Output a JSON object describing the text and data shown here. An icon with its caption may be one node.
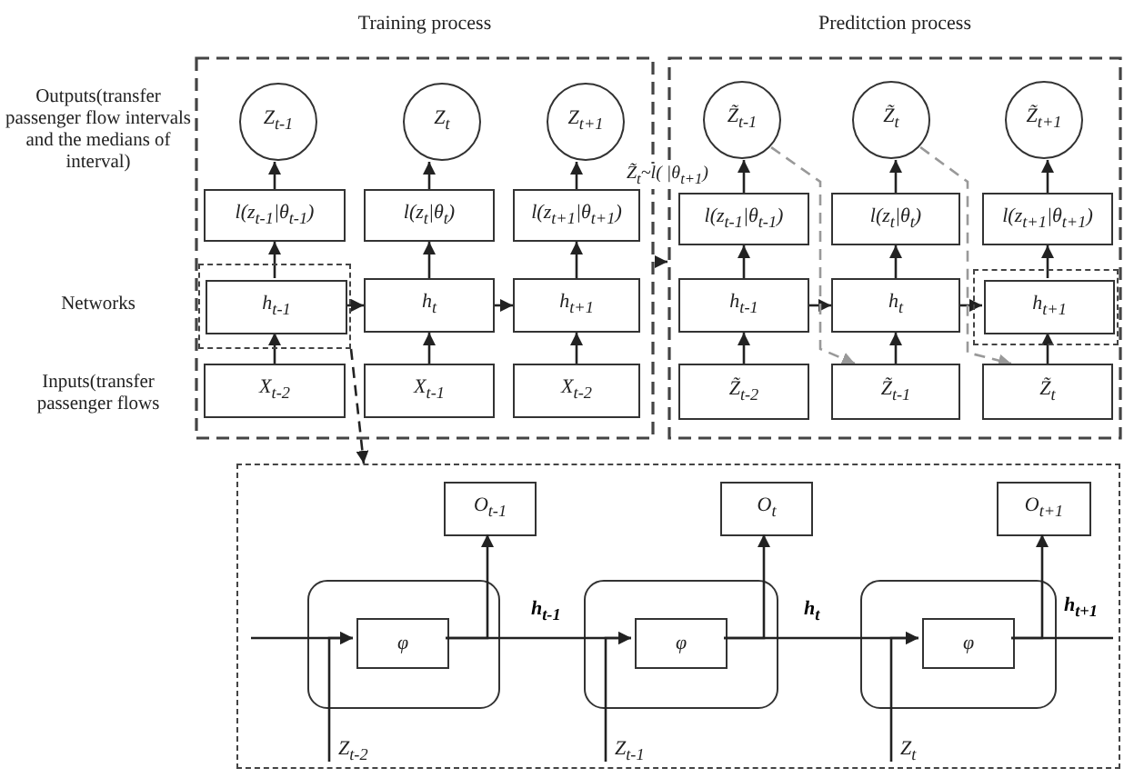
{
  "diagram": {
    "nodes": [
      {
        "text": [
          "Training process"
        ]
      },
      {
        "text": [
          "Preditction process"
        ]
      },
      {
        "text": [
          "Z$_{t-1}$"
        ],
        "in": 0
      },
      {
        "text": [
          "Z$_{t}$"
        ],
        "in": 0
      },
      {
        "text": [
          "Z$_{t+1}$"
        ],
        "in": 0
      },
      {
        "text": [
          "l(z$_{t-1}$|θ$_{t-1}$)"
        ],
        "in": 0
      },
      {
        "text": [
          "l(z$_{t}$|θ$_{t}$)"
        ],
        "in": 0
      },
      {
        "text": [
          "l(z$_{t+1}$|θ$_{t+1}$)"
        ],
        "in": 0
      },
      {
        "text": [],
        "shape": "box",
        "in": 0
      },
      {
        "text": [
          "h$_{t-1}$"
        ],
        "in": 8
      },
      {
        "text": [
          "h$_{t}$"
        ],
        "in": 0
      },
      {
        "text": [
          "h$_{t+1}$"
        ],
        "in": 0
      },
      {
        "text": [
          "X$_{t-2}$"
        ],
        "in": 0
      },
      {
        "text": [
          "X$_{t-1}$"
        ],
        "in": 0
      },
      {
        "text": [
          "X$_{t-2}$"
        ],
        "in": 0
      },
      {
        "text": [
          "Z̃$_{t-1}$"
        ],
        "in": 1
      },
      {
        "text": [
          "Z̃$_{t}$"
        ],
        "in": 1
      },
      {
        "text": [
          "Z̃$_{t+1}$"
        ],
        "in": 1
      },
      {
        "text": [
          "l(z$_{t-1}$|θ$_{t-1}$)"
        ],
        "in": 1
      },
      {
        "text": [
          "l(z$_{t}$|θ$_{t}$)"
        ],
        "in": 1
      },
      {
        "text": [
          "l(z$_{t+1}$|θ$_{t+1}$)"
        ],
        "in": 1
      },
      {
        "text": [
          "h$_{t-1}$"
        ],
        "in": 1
      },
      {
        "text": [
          "h$_{t}$"
        ],
        "in": 1
      },
      {
        "text": [],
        "shape": "box",
        "in": 1
      },
      {
        "text": [
          "h$_{t+1}$"
        ],
        "in": 23
      },
      {
        "text": [
          "Z̃$_{t-2}$"
        ],
        "in": 1
      },
      {
        "text": [
          "Z̃$_{t-1}$"
        ],
        "in": 1
      },
      {
        "text": [
          "Z̃$_{t}$"
        ],
        "in": 1
      },
      {
        "text": [],
        "shape": "box"
      },
      {
        "text": [
          "O$_{t-1}$"
        ],
        "in": 28
      },
      {
        "text": [
          "O$_{t}$"
        ],
        "in": 28
      },
      {
        "text": [
          "O$_{t+1}$"
        ],
        "in": 28
      },
      {
        "text": [],
        "shape": "box",
        "in": 28
      },
      {
        "text": [
          "φ"
        ],
        "in": 32
      },
      {
        "text": [],
        "shape": "box",
        "in": 28
      },
      {
        "text": [
          "φ"
        ],
        "in": 34
      },
      {
        "text": [],
        "shape": "box",
        "in": 28
      },
      {
        "text": [
          "φ"
        ],
        "in": 36
      },
      {
        "text": [
          "Z$_{t-2}$"
        ],
        "in": 28
      },
      {
        "text": [
          "Z$_{t-1}$"
        ],
        "in": 28
      },
      {
        "text": [
          "Z$_{t}$"
        ],
        "in": 28
      }
    ],
    "edges": [
      {
        "from": 12,
        "to": 9,
        "arrow": "to"
      },
      {
        "from": 13,
        "to": 10,
        "arrow": "to"
      },
      {
        "from": 14,
        "to": 11,
        "arrow": "to"
      },
      {
        "from": 9,
        "to": 5,
        "arrow": "to"
      },
      {
        "from": 10,
        "to": 6,
        "arrow": "to"
      },
      {
        "from": 11,
        "to": 7,
        "arrow": "to"
      },
      {
        "from": 5,
        "to": 2,
        "arrow": "to"
      },
      {
        "from": 6,
        "to": 3,
        "arrow": "to"
      },
      {
        "from": 7,
        "to": 4,
        "arrow": "to"
      },
      {
        "from": 9,
        "to": 10,
        "arrow": "to"
      },
      {
        "from": 10,
        "to": 11,
        "arrow": "to"
      },
      {
        "from": 25,
        "to": 21,
        "arrow": "to"
      },
      {
        "from": 26,
        "to": 22,
        "arrow": "to"
      },
      {
        "from": 27,
        "to": 24,
        "arrow": "to"
      },
      {
        "from": 21,
        "to": 18,
        "arrow": "to"
      },
      {
        "from": 22,
        "to": 19,
        "arrow": "to"
      },
      {
        "from": 24,
        "to": 20,
        "arrow": "to"
      },
      {
        "from": 18,
        "to": 15,
        "arrow": "to"
      },
      {
        "from": 19,
        "to": 16,
        "arrow": "to"
      },
      {
        "from": 20,
        "to": 17,
        "arrow": "to"
      },
      {
        "from": 21,
        "to": 22,
        "arrow": "to"
      },
      {
        "from": 22,
        "to": 24,
        "arrow": "to"
      },
      {
        "from": 15,
        "to": 26,
        "arrow": "to",
        "style": "dashed",
        "color": "#999999"
      },
      {
        "from": 16,
        "to": 27,
        "arrow": "to",
        "style": "dashed",
        "color": "#999999"
      },
      {
        "from": 0,
        "to": 1,
        "arrow": "to"
      },
      {
        "from": 8,
        "to": 28,
        "arrow": "to",
        "style": "dashed"
      },
      {
        "from": null,
        "to": 33,
        "arrow": "to"
      },
      {
        "from": 38,
        "to": 33,
        "arrow": "to"
      },
      {
        "from": 33,
        "to": 29,
        "arrow": "to"
      },
      {
        "from": 33,
        "to": 35,
        "arrow": "to",
        "label": "h$_{t-1}$"
      },
      {
        "from": 39,
        "to": 35,
        "arrow": "to"
      },
      {
        "from": 35,
        "to": 30,
        "arrow": "to"
      },
      {
        "from": 35,
        "to": 37,
        "arrow": "to",
        "label": "h$_{t}$"
      },
      {
        "from": 40,
        "to": 37,
        "arrow": "to"
      },
      {
        "from": 37,
        "to": 31,
        "arrow": "to"
      },
      {
        "from": 37,
        "to": null,
        "arrow": "none",
        "label": "h$_{t+1}$"
      }
    ],
    "labels": [
      "Outputs(transfer passenger flow intervals and the medians of interval)",
      "Networks",
      "Inputs(transfer passenger flows",
      "Z̃$_{t}$~l( |θ$_{t+1}$)"
    ]
  }
}
